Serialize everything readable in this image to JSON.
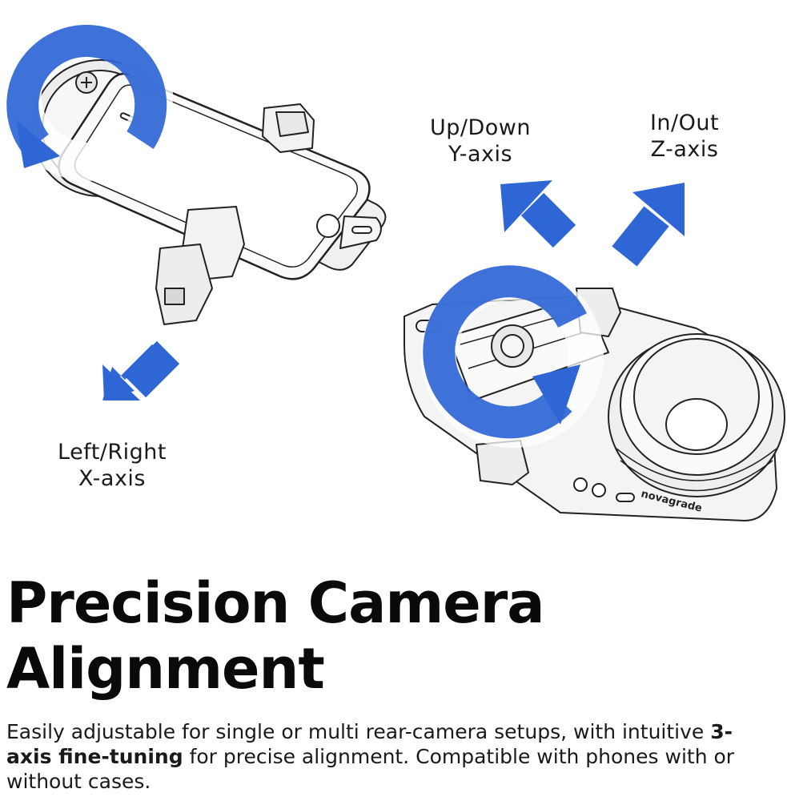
{
  "labels": {
    "y_axis": {
      "line1": "Up/Down",
      "line2": "Y-axis"
    },
    "z_axis": {
      "line1": "In/Out",
      "line2": "Z-axis"
    },
    "x_axis": {
      "line1": "Left/Right",
      "line2": "X-axis"
    }
  },
  "headline": {
    "line1": "Precision Camera",
    "line2": "Alignment"
  },
  "description": {
    "part1": "Easily adjustable for single or multi rear-camera setups, with intuitive ",
    "bold": "3-axis fine-tuning",
    "part2": " for precise alignment. Compatible with phones with or without cases."
  },
  "branding": {
    "logo_text": "novagrade"
  },
  "colors": {
    "accent_blue": "#2f66d6",
    "text": "#111111",
    "background": "#ffffff"
  }
}
